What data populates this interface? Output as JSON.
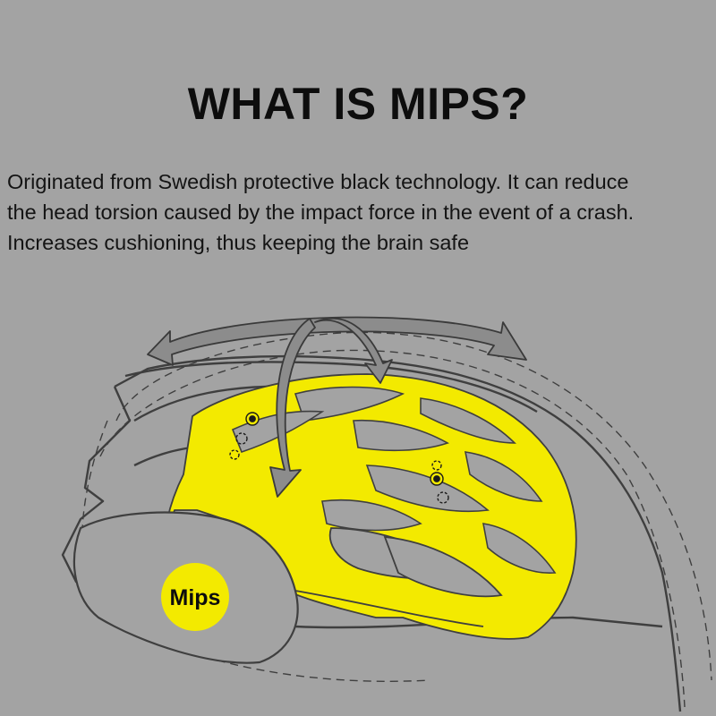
{
  "title": "WHAT IS MIPS?",
  "description_lines": [
    "Originated from Swedish protective black technology. It can reduce",
    "the head torsion caused by the impact force in the event of a crash.",
    "Increases cushioning, thus keeping the brain safe"
  ],
  "badge": {
    "label": "Mips"
  },
  "colors": {
    "background": "#a3a3a3",
    "mips_yellow": "#f3ea00",
    "line": "#3f3f3f",
    "arrow_fill": "#8c8c8c",
    "text": "#111111"
  }
}
